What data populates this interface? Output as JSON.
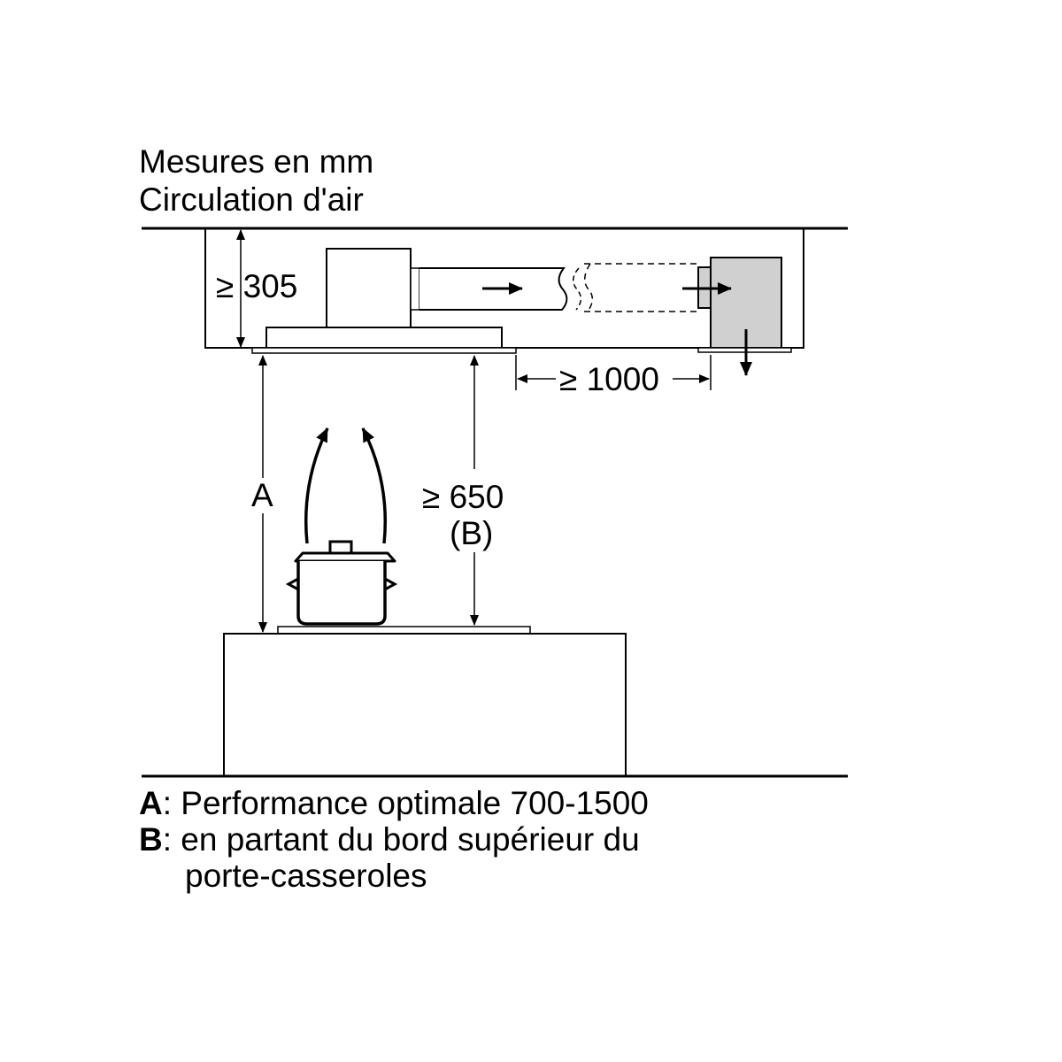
{
  "header": {
    "line1": "Mesures en mm",
    "line2": "Circulation d'air"
  },
  "dimensions": {
    "ceiling_depth": "≥ 305",
    "duct_length": "≥ 1000",
    "label_a": "A",
    "min_height": "≥ 650",
    "min_height_ref": "(B)"
  },
  "legend": {
    "a_key": "A",
    "a_text": ": Performance optimale 700-1500",
    "b_key": "B",
    "b_text_line1": ": en partant du bord supérieur du",
    "b_text_line2": "porte-casseroles"
  },
  "colors": {
    "line": "#000000",
    "filter_box_fill": "#d0d0d0",
    "background": "#ffffff"
  }
}
